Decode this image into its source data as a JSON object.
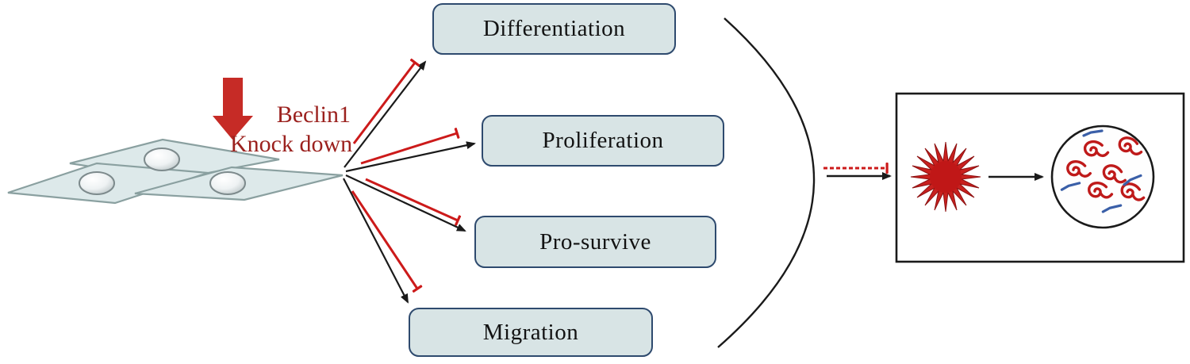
{
  "figure": {
    "knockdown_label": {
      "line1": "Beclin1",
      "line2": "Knock down"
    },
    "processes": [
      {
        "id": "differentiation",
        "label": "Differentiation"
      },
      {
        "id": "proliferation",
        "label": "Proliferation"
      },
      {
        "id": "pro-survive",
        "label": "Pro-survive"
      },
      {
        "id": "migration",
        "label": "Migration"
      }
    ],
    "colors": {
      "box_fill": "#d8e4e5",
      "box_border": "#2e4a6e",
      "cell_fill": "#dde9ea",
      "cell_stroke": "#8aa0a0",
      "inhibition_red": "#cc1a1a",
      "knockdown_text_red": "#9b211e",
      "big_arrow_red": "#c62b26",
      "arrow_black": "#1a1a1a",
      "starburst_red": "#c8201e",
      "squiggle_red": "#bf1a1a",
      "fragment_blue": "#3a5fa8"
    }
  }
}
